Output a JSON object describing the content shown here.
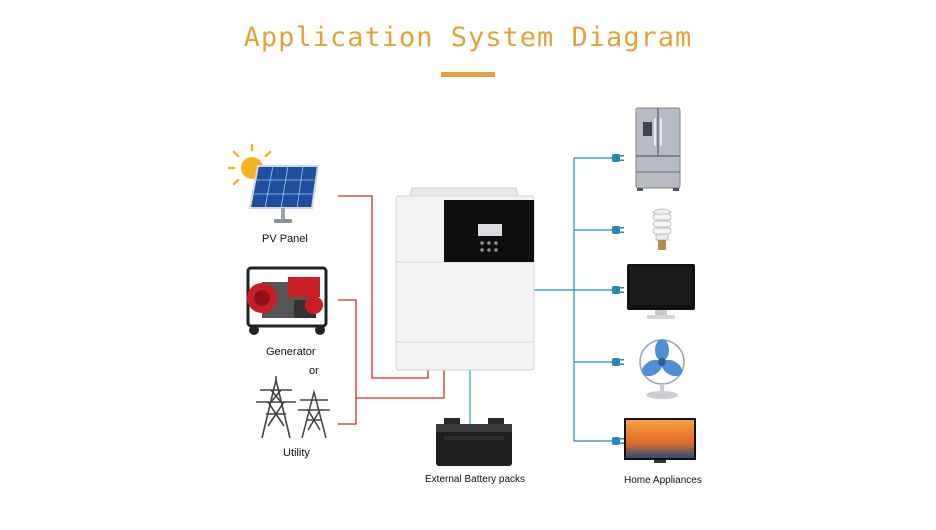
{
  "title": "Application System Diagram",
  "colors": {
    "title": "#e4a23a",
    "accent_bar": "#e4a23a",
    "input_lines": "#d32a2a",
    "output_lines": "#2a86b8",
    "battery_line": "#3aa7c4"
  },
  "sources": {
    "pv_panel": "PV Panel",
    "generator": "Generator",
    "or": "or",
    "utility": "Utility"
  },
  "battery": {
    "label": "External Battery packs"
  },
  "outputs": {
    "label": "Home Appliances",
    "items": [
      "refrigerator-icon",
      "light-bulb-icon",
      "monitor-icon",
      "fan-icon",
      "television-icon"
    ]
  },
  "inverter": {
    "device": "inverter-icon"
  }
}
